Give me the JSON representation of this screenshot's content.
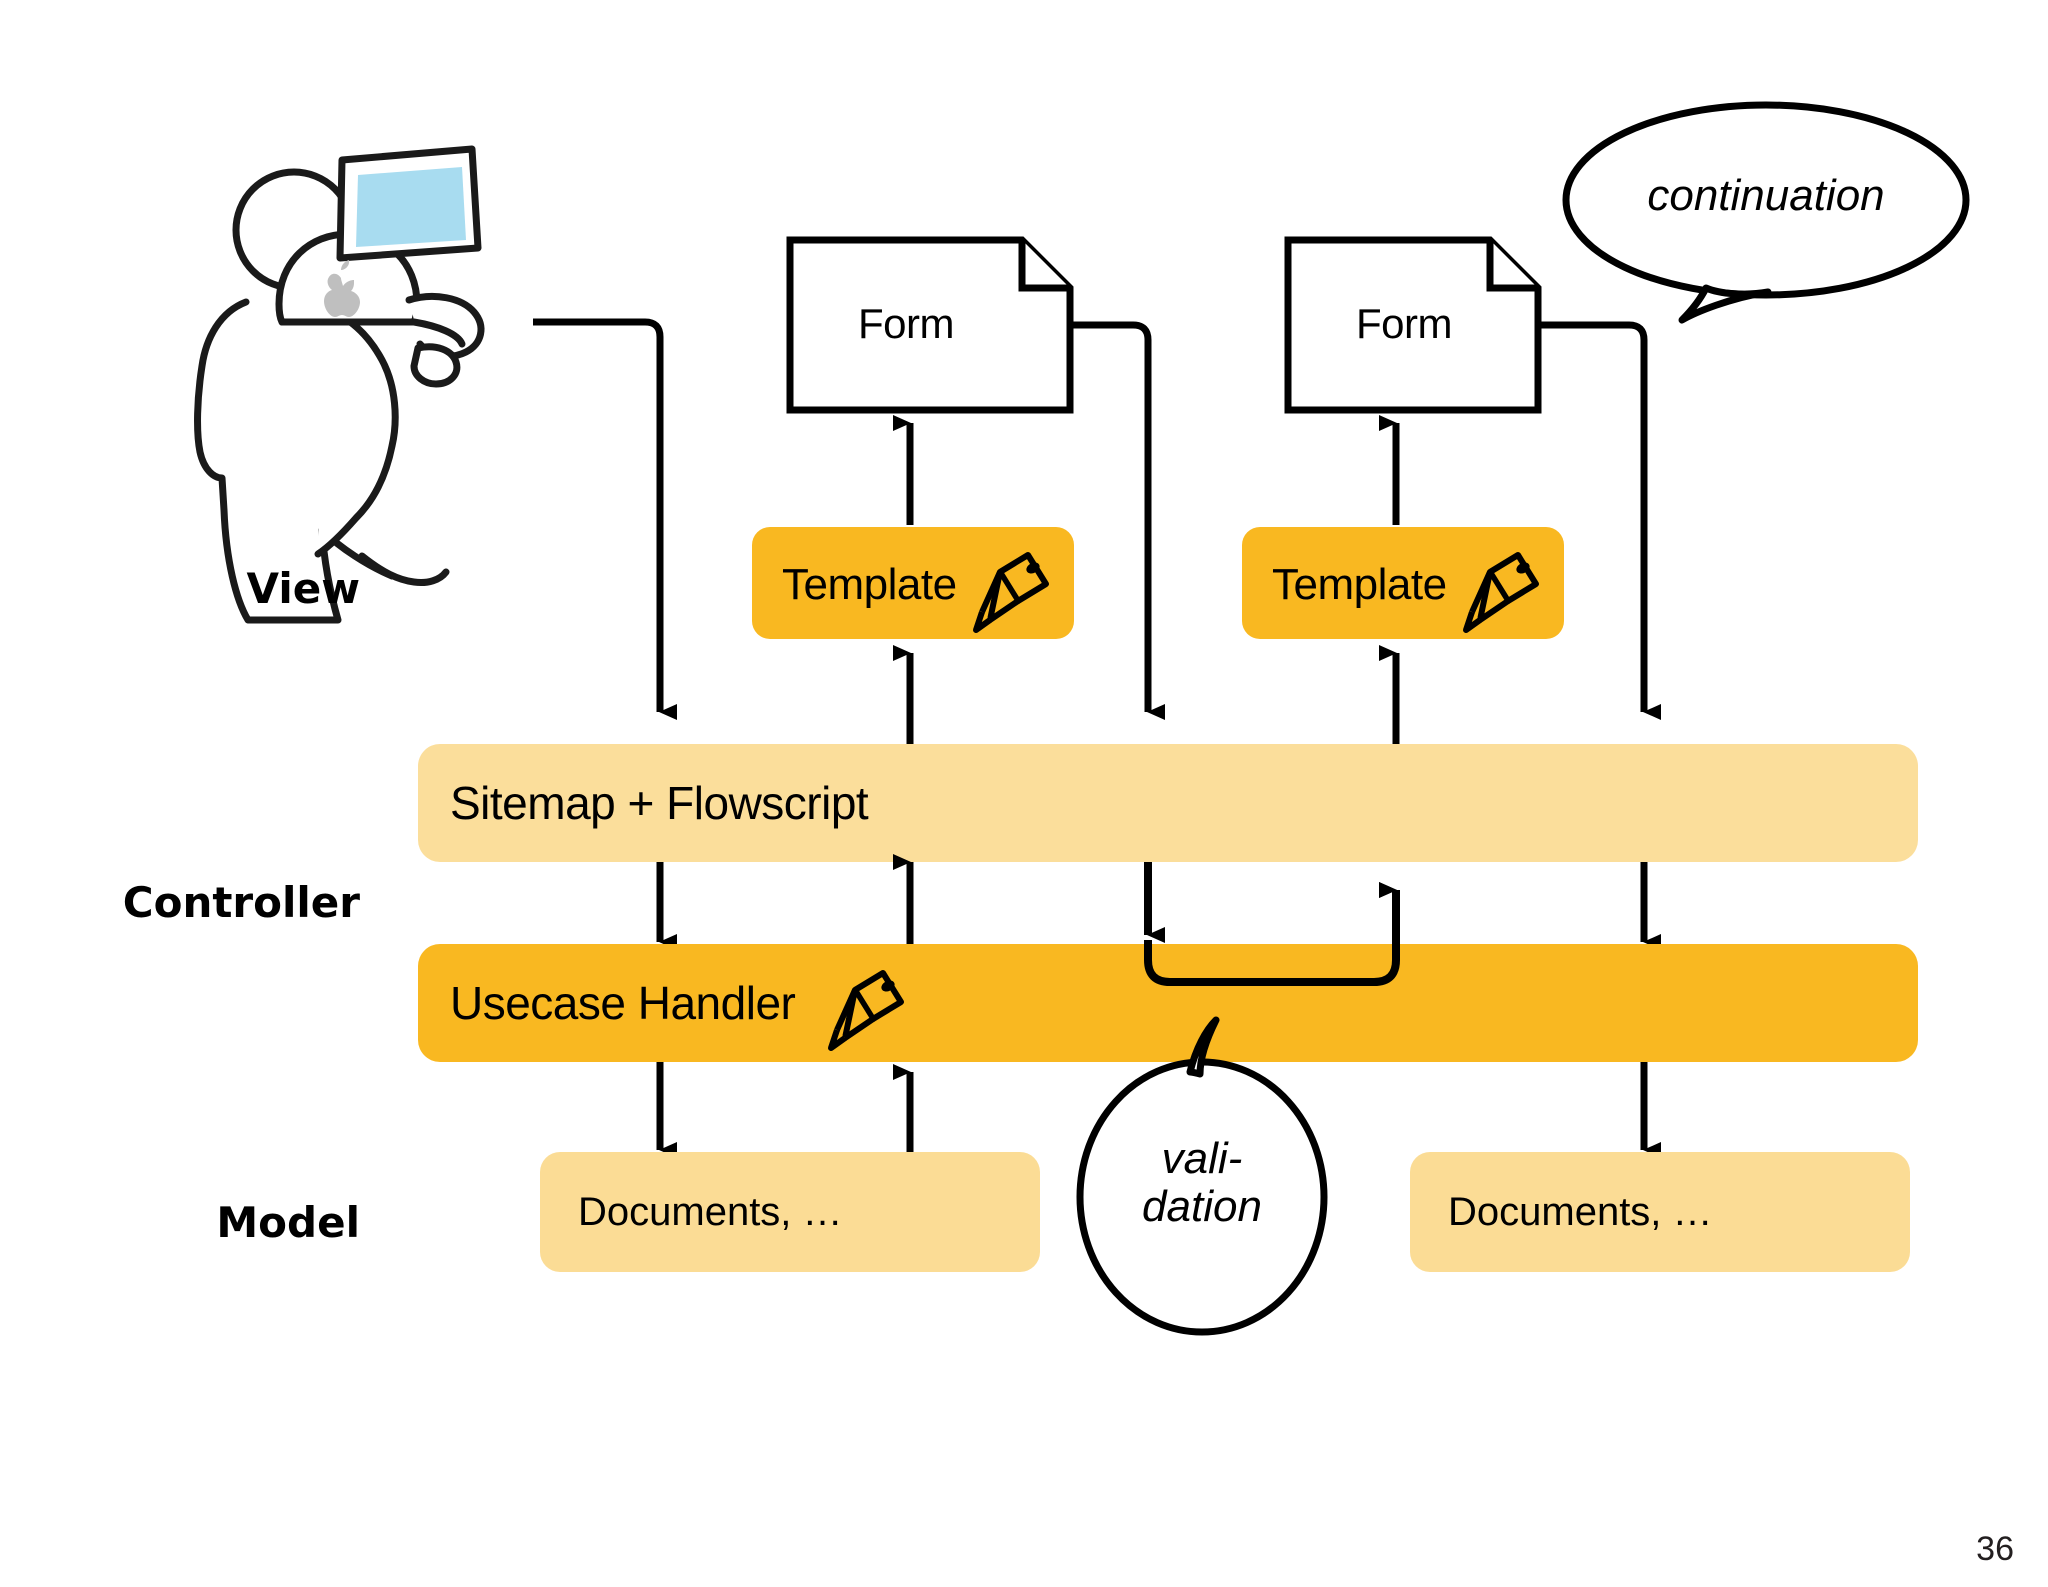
{
  "slide": {
    "page_number": "36",
    "background_color": "#ffffff"
  },
  "colors": {
    "stroke": "#000000",
    "template_fill": "#F9B821",
    "usecase_fill": "#F9B821",
    "sitemap_fill": "#FBDE9B",
    "documents_fill": "#FBDC95",
    "screen_fill": "#A8DCF0",
    "apple_logo": "#BFBFBF",
    "form_fill": "#FFFFFF"
  },
  "tiers": [
    {
      "id": "view",
      "label": "View"
    },
    {
      "id": "controller",
      "label": "Controller"
    },
    {
      "id": "model",
      "label": "Model"
    }
  ],
  "actor": {
    "name": "user-at-computer",
    "screen_color": "#A8DCF0",
    "logo": "apple-logo"
  },
  "forms": [
    {
      "id": "form-left",
      "label": "Form"
    },
    {
      "id": "form-right",
      "label": "Form"
    }
  ],
  "templates": [
    {
      "id": "template-left",
      "label": "Template",
      "icon": "pencil-icon"
    },
    {
      "id": "template-right",
      "label": "Template",
      "icon": "pencil-icon"
    }
  ],
  "controller": {
    "sitemap": {
      "label": "Sitemap + Flowscript"
    },
    "usecase": {
      "label": "Usecase Handler",
      "icon": "pencil-icon"
    }
  },
  "model": {
    "stores": [
      {
        "id": "documents-left",
        "label": "Documents, …"
      },
      {
        "id": "documents-right",
        "label": "Documents, …"
      }
    ]
  },
  "callouts": [
    {
      "id": "continuation-bubble",
      "text": "continuation",
      "lines": [
        "continuation"
      ]
    },
    {
      "id": "validation-bubble",
      "text": "vali-dation",
      "lines": [
        "vali-",
        "dation"
      ]
    }
  ]
}
